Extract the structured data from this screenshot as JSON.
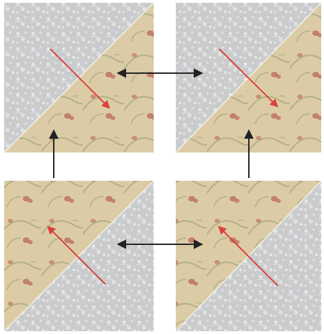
{
  "colors": {
    "background": "#ffffff",
    "gray_fabric": "#c9cbcd",
    "gray_fabric_pattern": "#e9eaeb",
    "tan_fabric": "#dccca6",
    "tan_vine": "#a7a97c",
    "tan_flower": "#b9675c",
    "red_line": "#d9423a",
    "connector_arrow": "#222222"
  },
  "icons": {
    "horizontal_arrow": "double-headed-arrow",
    "vertical_arrow": "up-arrow",
    "seam_line": "diagonal-seam-line"
  }
}
